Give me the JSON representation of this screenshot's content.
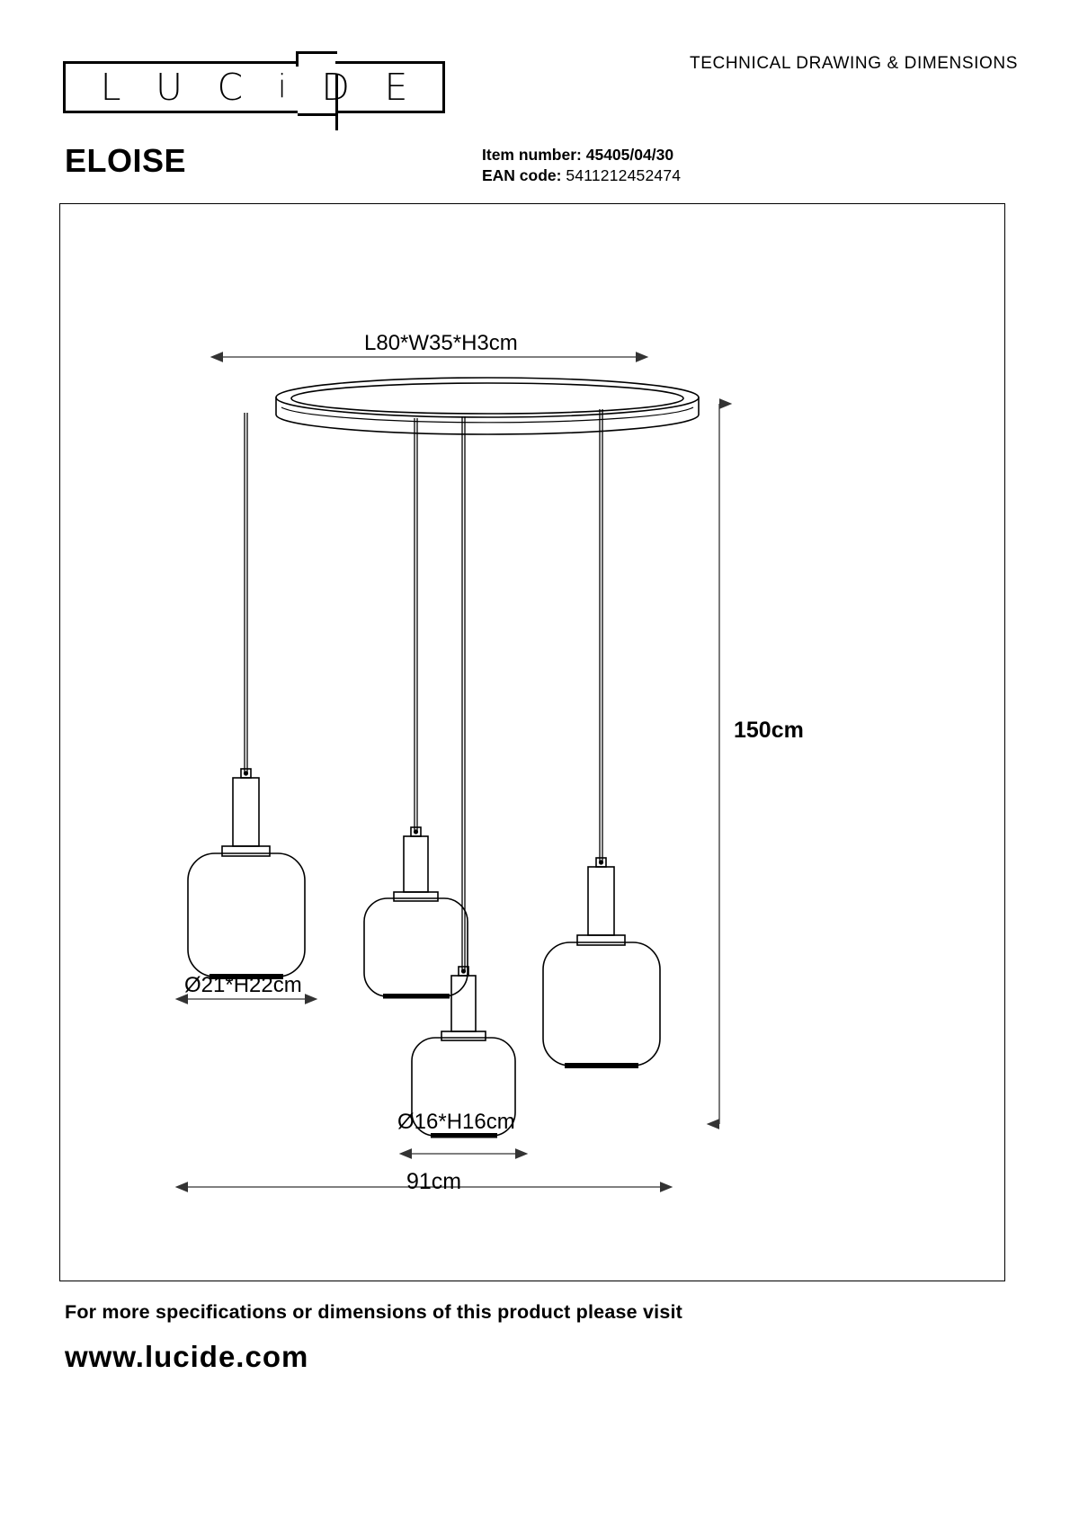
{
  "header": {
    "logo_letters": [
      "L",
      "U",
      "C",
      "i",
      "D",
      "E"
    ],
    "logo_name": "lucide",
    "right_title": "TECHNICAL DRAWING & DIMENSIONS"
  },
  "product": {
    "name": "ELOISE",
    "item_number_label": "Item number:",
    "item_number": "45405/04/30",
    "ean_label": "EAN code",
    "ean_separator": ":",
    "ean_code": "5411212452474"
  },
  "drawing": {
    "canopy_dimension": "L80*W35*H3cm",
    "drop_height": "150cm",
    "large_shade": "Ø21*H22cm",
    "small_shade": "Ø16*H16cm",
    "total_width": "91cm"
  },
  "footer": {
    "line1": "For more specifications or dimensions of this product please visit",
    "line2": "www.lucide.com"
  },
  "colors": {
    "line": "#000000",
    "dimension_line": "#333333",
    "background": "#ffffff"
  }
}
